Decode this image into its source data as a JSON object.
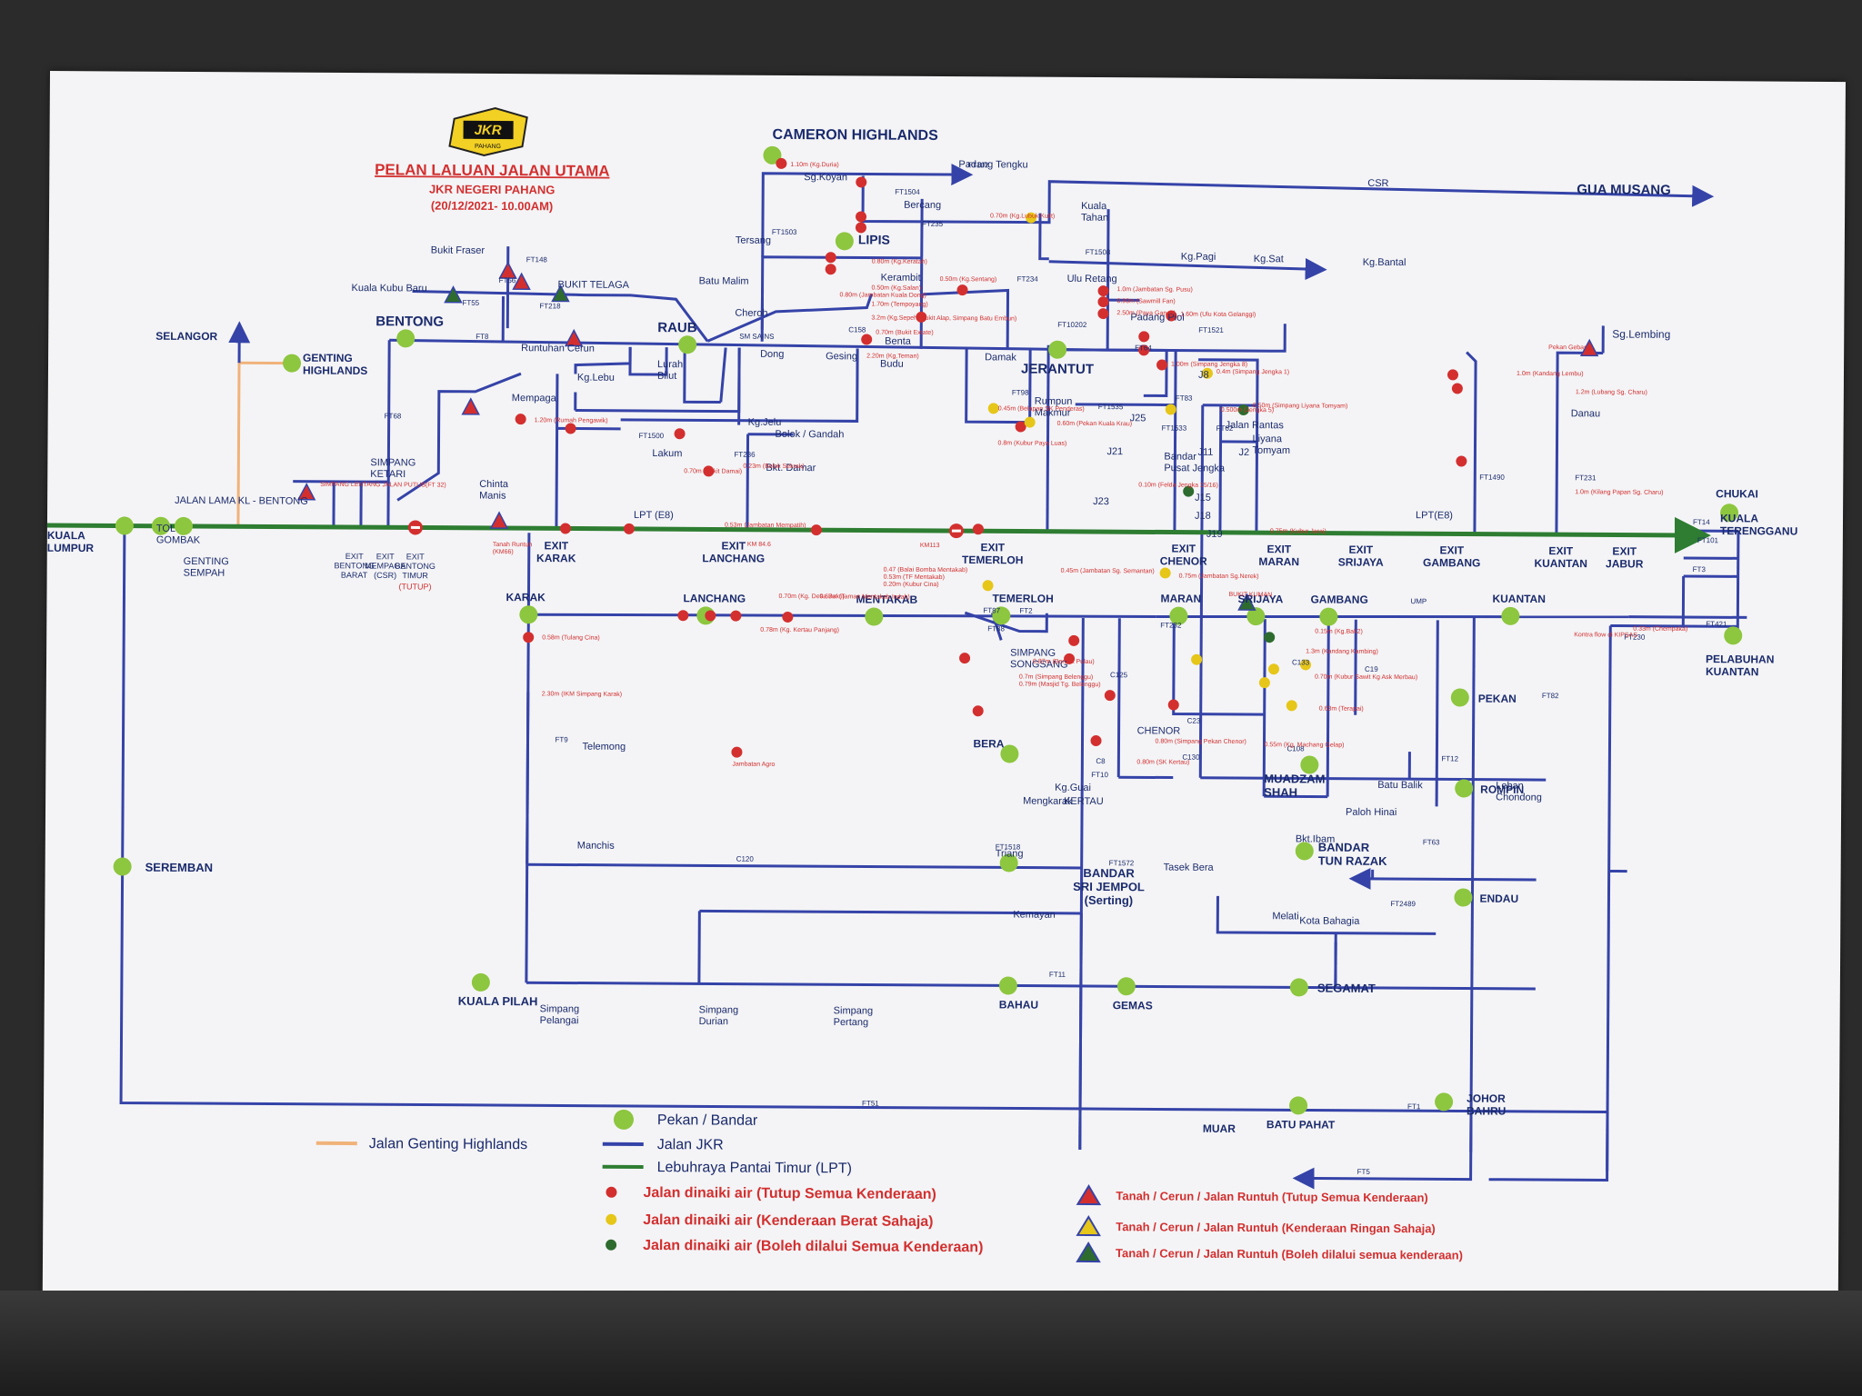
{
  "header": {
    "title": "PELAN LALUAN JALAN UTAMA",
    "subtitle": "JKR NEGERI PAHANG",
    "date": "(20/12/2021- 10.00AM)",
    "logo_text": "JKR",
    "logo_sub": "PAHANG"
  },
  "colors": {
    "jkr_road": "#3543a8",
    "lpt": "#2e7d32",
    "genting_road": "#f0b27a",
    "town": "#8dc63f",
    "red": "#d32f2f",
    "yellow": "#e6c619",
    "green": "#2e6b2e",
    "title_red": "#d32f2f"
  },
  "towns": {
    "cameron": "CAMERON HIGHLANDS",
    "gua_musang": "GUA MUSANG",
    "lipis": "LIPIS",
    "bentong": "BENTONG",
    "raub": "RAUB",
    "jerantut": "JERANTUT",
    "selangor": "SELANGOR",
    "genting": "GENTING\nHIGHLANDS",
    "kuala_lumpur": "KUALA\nLUMPUR",
    "karak": "KARAK",
    "lanchang": "LANCHANG",
    "mentakab": "MENTAKAB",
    "temerloh": "TEMERLOH",
    "maran": "MARAN",
    "srijaya": "SRIJAYA",
    "gambang": "GAMBANG",
    "kuantan": "KUANTAN",
    "chukai": "CHUKAI",
    "pelabuhan": "PELABUHAN\nKUANTAN",
    "kuala_terengganu": "KUALA\nTERENGGANU",
    "sg_lembing": "Sg.Lembing",
    "pekan": "PEKAN",
    "rompin": "ROMPIN",
    "endau": "ENDAU",
    "muadzam": "MUADZAM\nSHAH",
    "bandar_tun_razak": "BANDAR\nTUN RAZAK",
    "bera": "BERA",
    "bandar_sri_jempol": "BANDAR\nSRI JEMPOL\n(Serting)",
    "bahau": "BAHAU",
    "gemas": "GEMAS",
    "segamat": "SEGAMAT",
    "batu_pahat": "BATU PAHAT",
    "johor_bahru": "JOHOR\nBAHRU",
    "muar": "MUAR",
    "kuala_pilah": "KUALA PILAH",
    "seremban": "SEREMBAN"
  },
  "places": {
    "sg_koyan": "Sg.Koyan",
    "padang_tengku": "Padang Tengku",
    "csr": "CSR",
    "bercang": "Bercang",
    "kuala_tahan": "Kuala\nTahan",
    "kg_pagi": "Kg.Pagi",
    "kg_sat": "Kg.Sat",
    "kg_bantal": "Kg.Bantal",
    "ulu_retang": "Ulu Retang",
    "padang_piol": "Padang Piol",
    "tersang": "Tersang",
    "batu_malim": "Batu Malim",
    "cheroh": "Cheroh",
    "kerambit": "Kerambit",
    "benta": "Benta",
    "gesing": "Gesing",
    "budu": "Budu",
    "damak": "Damak",
    "dong": "Dong",
    "lurah_bilut": "Lurah\nBilut",
    "kg_lebu": "Kg.Lebu",
    "mempaga": "Mempaga",
    "bukit_fraser": "Bukit Fraser",
    "kuala_kubu_baru": "Kuala Kubu Baru",
    "bukit_telaga": "BUKIT TELAGA",
    "runtuhan_cerun": "Runtuhan Cerun",
    "chinta_manis": "Chinta\nManis",
    "lakum": "Lakum",
    "kg_jelu": "Kg.Jelu",
    "bolok": "Bolok / Gandah",
    "bkt_damar": "Bkt. Damar",
    "rumpun_makmur": "Rumpun\nMakmur",
    "j25": "J25",
    "j21": "J21",
    "j23": "J23",
    "j11": "J11",
    "j15": "J15",
    "j18": "J18",
    "j19": "J19",
    "j2": "J2",
    "j8": "J8",
    "jalan_rantas": "Jalan Rantas",
    "bandar_pusat_jengka": "Bandar\nPusat Jengka",
    "liyana_tomyam": "Liyana\nTomyam",
    "danau": "Danau",
    "tol_gombak": "TOL\nGOMBAK",
    "genting_sempah": "GENTING\nSEMPAH",
    "lpt_e8_left": "LPT (E8)",
    "lpt_e8_right": "LPT(E8)",
    "simpang_ketari": "SIMPANG\nKETARI",
    "jalan_lama": "JALAN LAMA KL - BENTONG",
    "telemong": "Telemong",
    "manchis": "Manchis",
    "triang": "Triang",
    "kemayan": "Kemayan",
    "tasek_bera": "Tasek Bera",
    "melati": "Melati",
    "kota_bahagia": "Kota Bahagia",
    "bkt_ibam": "Bkt.Ibam",
    "leban_chondong": "Leban\nChondong",
    "paloh_hinai": "Paloh Hinai",
    "batu_balik": "Batu Balik",
    "simpang_pelangai": "Simpang\nPelangai",
    "simpang_durian": "Simpang\nDurian",
    "simpang_pertang": "Simpang\nPertang",
    "kertau": "KERTAU",
    "chenor": "CHENOR",
    "mengkarak": "Mengkarak",
    "kg_guai": "Kg.Guai",
    "songsang": "SIMPANG\nSONGSANG"
  },
  "exits": {
    "bentong_barat": "EXIT\nBENTONG\nBARAT",
    "mempaga": "EXIT\nMEMPAGA\n(CSR)",
    "bentong_timur": "EXIT\nBENTONG\nTIMUR",
    "tutup": "(TUTUP)",
    "karak": "EXIT\nKARAK",
    "lanchang": "EXIT\nLANCHANG",
    "temerloh": "EXIT\nTEMERLOH",
    "chenor": "EXIT\nCHENOR",
    "maran": "EXIT\nMARAN",
    "srijaya": "EXIT\nSRIJAYA",
    "gambang": "EXIT\nGAMBANG",
    "kuantan": "EXIT\nKUANTAN",
    "jabur": "EXIT\nJABUR"
  },
  "roads": {
    "ft102": "FT102",
    "ft1504": "FT1504",
    "ft1503": "FT1503",
    "ft235": "FT235",
    "ft8": "FT8",
    "ft234": "FT234",
    "ft10202": "FT10202",
    "ft1508": "FT1508",
    "ft64": "FT64",
    "ft1521": "FT1521",
    "ft148": "FT148",
    "ft56": "FT56",
    "ft55": "FT55",
    "ft218": "FT218",
    "ft68": "FT68",
    "ft1500": "FT1500",
    "ft236": "FT236",
    "ft98": "FT98",
    "ft1535": "FT1535",
    "ft1533": "FT1533",
    "ft83": "FT83",
    "ft62": "FT62",
    "ft1490": "FT1490",
    "ft231": "FT231",
    "ft14": "FT14",
    "ft101": "FT101",
    "ft3": "FT3",
    "ft421": "FT421",
    "ft2": "FT2",
    "ft87": "FT87",
    "ft88": "FT88",
    "ft9": "FT9",
    "ft10": "FT10",
    "ft232": "FT232",
    "ft12": "FT12",
    "ft82": "FT82",
    "ft1518": "FT1518",
    "ft1572": "FT1572",
    "ft63": "FT63",
    "ft2489": "FT2489",
    "ft11": "FT11",
    "ft51": "FT51",
    "ft1": "FT1",
    "ft5": "FT5",
    "ft230": "FT230",
    "c120": "C120",
    "c125": "C125",
    "c133": "C133",
    "c19": "C19",
    "c108": "C108",
    "c23": "C23",
    "c130": "C130",
    "c8": "C8",
    "umt": "UMP",
    "sm_sains": "SM SAINS",
    "c158": "C158"
  },
  "incidents": {
    "km846": "KM 84.6",
    "km113": "KM113",
    "tanah_runtuh": "Tanah Runtuh\n(KM66)",
    "jambatan_agro": "Jambatan Agro",
    "karak_road": "0.58m (Tulang Cina)",
    "karak_south": "2.30m (IKM Simpang Karak)",
    "raub_rumah": "1.20m (Rumah Pengawik)",
    "lanchang_north": "0.53m (Jambatan Mempatih)",
    "bolok": "0.23m (Bolok Sekrak)",
    "lakum": "0.70m (Bukit Damai)",
    "lipis1": "1.10m (Kg.Duria)",
    "lipis2": "0.70m (Kg.Lubuk Kulit)",
    "lipis3": "0.80m (Kg.Keratah)",
    "lipis4": "0.50m (Kg.Salan)",
    "lipis5": "1.70m (Tempoyang)",
    "lipis6": "3.2m (Kg.Sepeh, Bukit Alap, Simpang Batu Embun)",
    "lipis7": "0.80m (Jambatan Kuala Dong)",
    "lipis8": "0.70m (Bukit Extate)",
    "lipis9": "2.20m (Kg.Teman)",
    "lipis10": "0.50m (Kg.Sentang)",
    "jer1": "1.0m (Jambatan Sg. Pusu)",
    "jer2": "0.90m (Sawmill Fan)",
    "jer3": "2.50m (Paya Ganak)",
    "jer4": "1.60m (Ulu Kota Gelanggi)",
    "jer5": "1.00m (Simpang Jengka 8)",
    "jer6": "0.4m (Simpang Jengka 1)",
    "jer7": "0.500m (Jengka 5)",
    "jer8": "0.50m (Simpang Liyana Tomyam)",
    "jer9": "0.45m (Belapan SK Penderas)",
    "jer10": "0.60m (Pekan Kuala Krau)",
    "jer11": "0.8m (Kubur Paya Luas)",
    "jer12": "0.10m (Felda Jengka 15/16)",
    "jer13": "0.75m (Kubur Jarai)",
    "temerloh1": "0.45m (Jambatan Sg. Semantan)",
    "temerloh2": "0.75m (Jambatan Sg.Nerek)",
    "ment1": "0.47 (Balai Bomba Mentakab)\n0.53m (TF Mentakab)\n0.20m (Kubur Cina)",
    "ment2": "0.87m (Bentak Pulau)",
    "ment3": "0.7m (Simpang Belenggu)\n0.79m (Masjid Tg. Belenggu)",
    "lanc1": "0.70m (Kg. Desa Bakti)",
    "lanc2": "0.78m (Kg. Kertau Panjang)",
    "lanc3": "0.67m (Taman Mentakab Indah)",
    "chenor1": "0.80m (Simpang Pekan Chenor)",
    "maran1": "0.55m (Kg. Machang Gelap)",
    "kertau1": "0.80m (SK Kertau)",
    "srj1": "0.15m (Kg.Bak2)",
    "srj2": "1.3m (Kandang Kambing)",
    "srj3": "0.70m (Kubur Sawit Kg Ask Merbau)",
    "srj4": "0.63m (Terapai)",
    "kuantan1": "1.0m (Kandang Lembu)",
    "kuantan2": "1.0m (Kilang Papan Sg. Charu)",
    "kuantan3": "Pekan Gebang",
    "kuantan4": "1.2m (Lubang Sg. Charu)",
    "kuantan5": "0.33m (Chempaka)",
    "kuantan6": "Kontra flow di KIPSAS",
    "genting_tutup": "SIMPANG LENTANG JALAN PUTUS(FT 32)",
    "jengka_loc": "BUKIT KUMAN"
  },
  "legend": {
    "town": "Pekan / Bandar",
    "jkr": "Jalan JKR",
    "lpt": "Lebuhraya Pantai Timur (LPT)",
    "genting": "Jalan Genting Highlands",
    "red": "Jalan dinaiki air (Tutup Semua Kenderaan)",
    "yellow": "Jalan dinaiki air (Kenderaan Berat Sahaja)",
    "green": "Jalan dinaiki air (Boleh dilalui Semua Kenderaan)",
    "tri_red": "Tanah / Cerun / Jalan  Runtuh (Tutup Semua Kenderaan)",
    "tri_yellow": "Tanah / Cerun / Jalan  Runtuh (Kenderaan Ringan Sahaja)",
    "tri_green": "Tanah / Cerun / Jalan  Runtuh (Boleh dilalui semua kenderaan)"
  }
}
